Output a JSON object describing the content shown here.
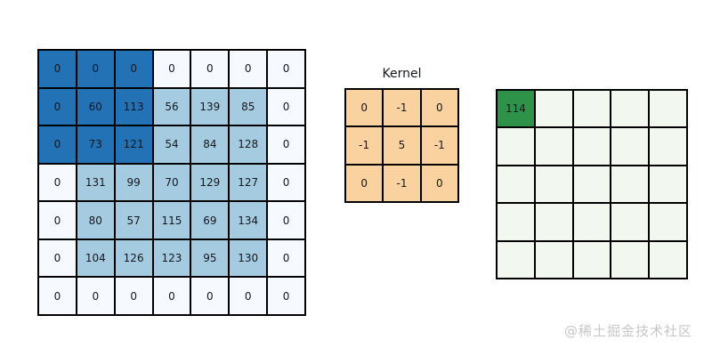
{
  "watermark": "@稀土掘金技术社区",
  "colors": {
    "background": "#ffffff",
    "dark": "#2372B5",
    "light": "#A5CBE1",
    "pale": "#F6FAFE",
    "orange": "#FAD2A0",
    "green": "#2E9348",
    "palegreen": "#F2F7EF",
    "line": "#000000",
    "text": "#14181f",
    "watermark": "#C7C7C7"
  },
  "input_matrix": {
    "rows": 7,
    "cols": 7,
    "values": [
      [
        0,
        0,
        0,
        0,
        0,
        0,
        0
      ],
      [
        0,
        60,
        113,
        56,
        139,
        85,
        0
      ],
      [
        0,
        73,
        121,
        54,
        84,
        128,
        0
      ],
      [
        0,
        131,
        99,
        70,
        129,
        127,
        0
      ],
      [
        0,
        80,
        57,
        115,
        69,
        134,
        0
      ],
      [
        0,
        104,
        126,
        123,
        95,
        130,
        0
      ],
      [
        0,
        0,
        0,
        0,
        0,
        0,
        0
      ]
    ],
    "shades": [
      [
        "dark",
        "dark",
        "dark",
        "pale",
        "pale",
        "pale",
        "pale"
      ],
      [
        "dark",
        "dark",
        "dark",
        "light",
        "light",
        "light",
        "pale"
      ],
      [
        "dark",
        "dark",
        "dark",
        "light",
        "light",
        "light",
        "pale"
      ],
      [
        "pale",
        "light",
        "light",
        "light",
        "light",
        "light",
        "pale"
      ],
      [
        "pale",
        "light",
        "light",
        "light",
        "light",
        "light",
        "pale"
      ],
      [
        "pale",
        "light",
        "light",
        "light",
        "light",
        "light",
        "pale"
      ],
      [
        "pale",
        "pale",
        "pale",
        "pale",
        "pale",
        "pale",
        "pale"
      ]
    ]
  },
  "kernel": {
    "label": "Kernel",
    "rows": 3,
    "cols": 3,
    "values": [
      [
        "0",
        "-1",
        "0"
      ],
      [
        "-1",
        "5",
        "-1"
      ],
      [
        "0",
        "-1",
        "0"
      ]
    ],
    "shade": "orange"
  },
  "output_matrix": {
    "rows": 5,
    "cols": 5,
    "values": [
      [
        "114",
        "",
        "",
        "",
        ""
      ],
      [
        "",
        "",
        "",
        "",
        ""
      ],
      [
        "",
        "",
        "",
        "",
        ""
      ],
      [
        "",
        "",
        "",
        "",
        ""
      ],
      [
        "",
        "",
        "",
        "",
        ""
      ]
    ],
    "shades": [
      [
        "green",
        "palegreen",
        "palegreen",
        "palegreen",
        "palegreen"
      ],
      [
        "palegreen",
        "palegreen",
        "palegreen",
        "palegreen",
        "palegreen"
      ],
      [
        "palegreen",
        "palegreen",
        "palegreen",
        "palegreen",
        "palegreen"
      ],
      [
        "palegreen",
        "palegreen",
        "palegreen",
        "palegreen",
        "palegreen"
      ],
      [
        "palegreen",
        "palegreen",
        "palegreen",
        "palegreen",
        "palegreen"
      ]
    ]
  }
}
